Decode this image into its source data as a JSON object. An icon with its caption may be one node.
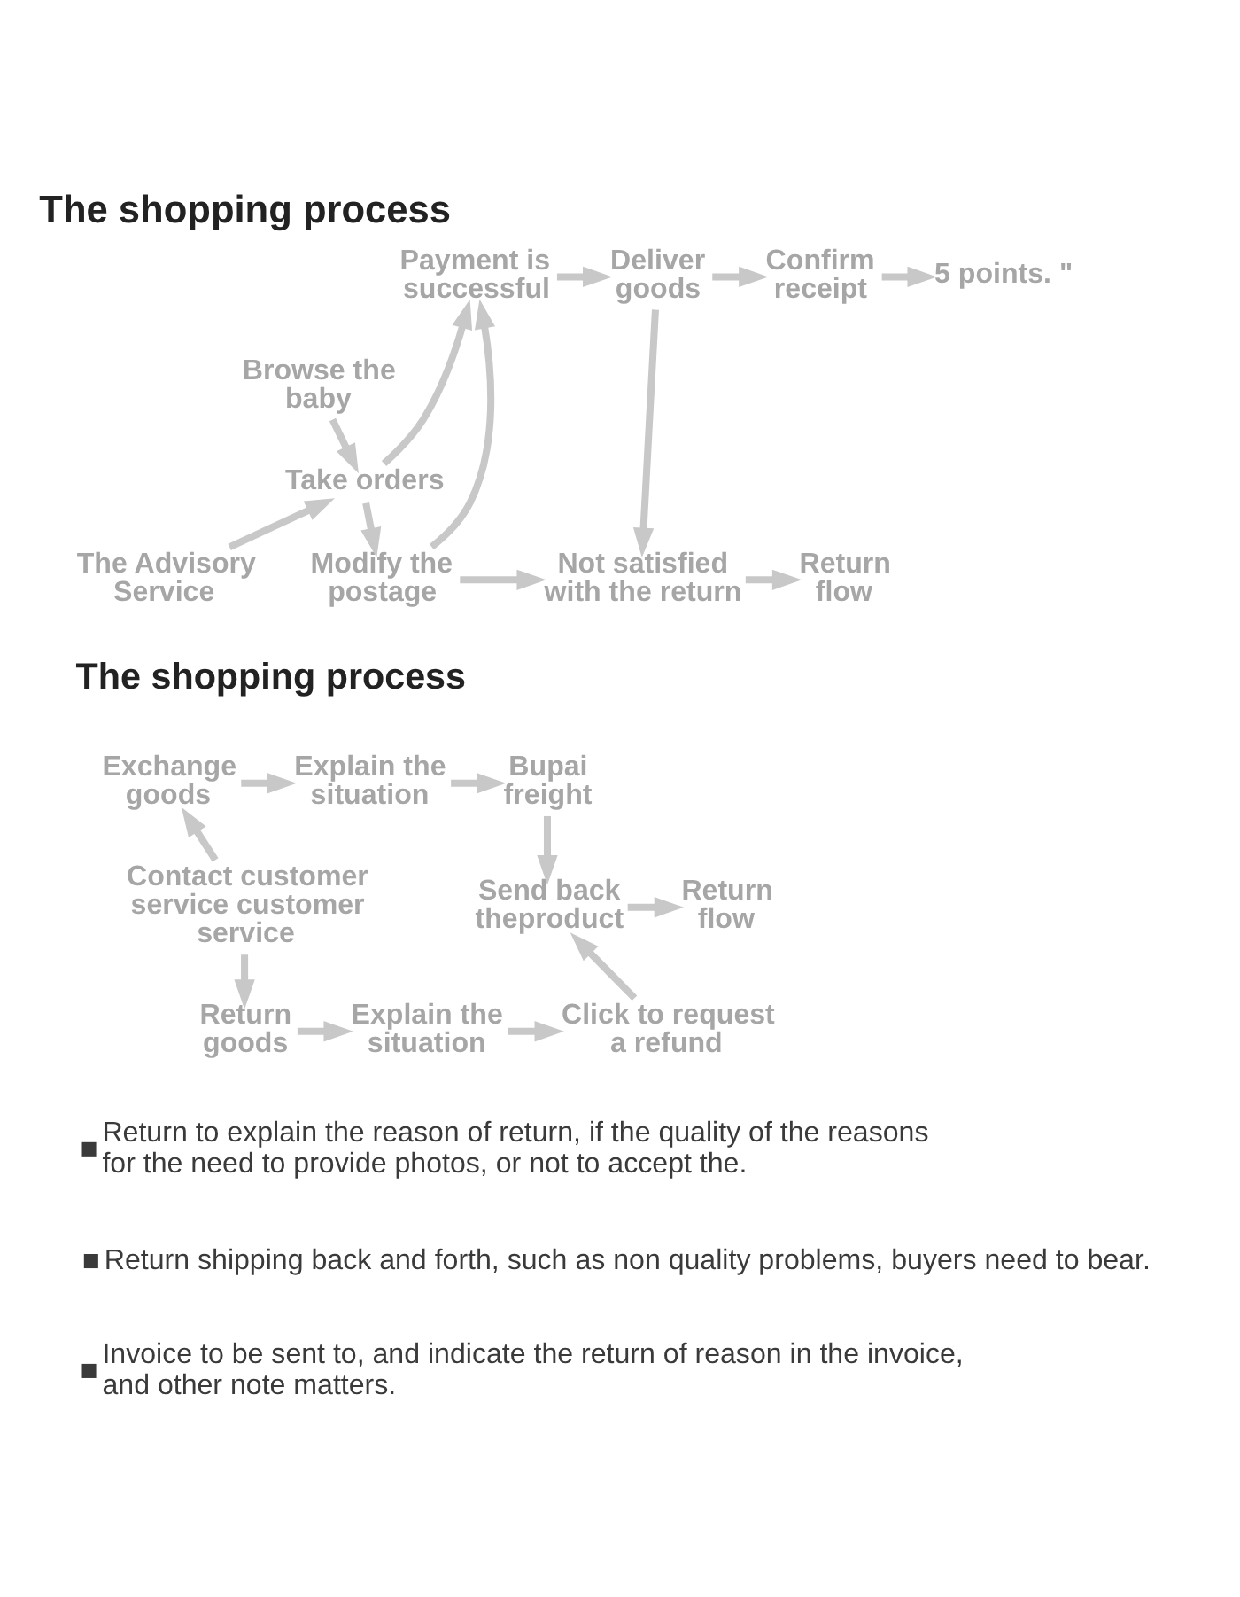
{
  "diagram": {
    "title": "The shopping process",
    "nodes": [
      {
        "text": [
          "Payment is successful"
        ]
      },
      {
        "text": [
          "Deliver goods"
        ]
      },
      {
        "text": [
          "Confirm receipt"
        ]
      },
      {
        "text": [
          "5 points. \""
        ]
      },
      {
        "text": [
          "Browse the baby"
        ]
      },
      {
        "text": [
          "Take orders"
        ]
      },
      {
        "text": [
          "The Advisory Service"
        ]
      },
      {
        "text": [
          "Modify the postage"
        ]
      },
      {
        "text": [
          "Not satisfied with the return"
        ]
      },
      {
        "text": [
          "Return flow"
        ]
      },
      {
        "text": [
          "Exchange goods"
        ]
      },
      {
        "text": [
          "Explain the situation"
        ]
      },
      {
        "text": [
          "Bupai freight"
        ]
      },
      {
        "text": [
          "Contact customer service customer service"
        ]
      },
      {
        "text": [
          "Send back theproduct"
        ]
      },
      {
        "text": [
          "Return flow"
        ]
      },
      {
        "text": [
          "Return goods"
        ]
      },
      {
        "text": [
          "Explain the situation"
        ]
      },
      {
        "text": [
          "Click to request a refund"
        ]
      }
    ],
    "edges": [
      {
        "from": 4,
        "to": 5,
        "arrow": "to"
      },
      {
        "from": 6,
        "to": 5,
        "arrow": "to"
      },
      {
        "from": 5,
        "to": 0,
        "arrow": "to"
      },
      {
        "from": 5,
        "to": 7,
        "arrow": "to"
      },
      {
        "from": 0,
        "to": 1,
        "arrow": "to"
      },
      {
        "from": 1,
        "to": 2,
        "arrow": "to"
      },
      {
        "from": 2,
        "to": 3,
        "arrow": "to"
      },
      {
        "from": 7,
        "to": 0,
        "arrow": "to"
      },
      {
        "from": 1,
        "to": 8,
        "arrow": "to"
      },
      {
        "from": 7,
        "to": 8,
        "arrow": "to"
      },
      {
        "from": 8,
        "to": 9,
        "arrow": "to"
      },
      {
        "from": 13,
        "to": 10,
        "arrow": "to"
      },
      {
        "from": 13,
        "to": 16,
        "arrow": "to"
      },
      {
        "from": 10,
        "to": 11,
        "arrow": "to"
      },
      {
        "from": 11,
        "to": 12,
        "arrow": "to"
      },
      {
        "from": 12,
        "to": 14,
        "arrow": "to"
      },
      {
        "from": 16,
        "to": 17,
        "arrow": "to"
      },
      {
        "from": 17,
        "to": 18,
        "arrow": "to"
      },
      {
        "from": 18,
        "to": 14,
        "arrow": "to"
      },
      {
        "from": 14,
        "to": 15,
        "arrow": "to"
      }
    ],
    "labels": [
      "The shopping process",
      "Return to explain the reason of return, if the quality of the reasons for the need to provide photos, or not to accept the.",
      "Return shipping back and forth, such as non quality problems, buyers need to bear.",
      "Invoice to be sent to, and indicate the return of reason in the invoice, and other note matters."
    ]
  }
}
